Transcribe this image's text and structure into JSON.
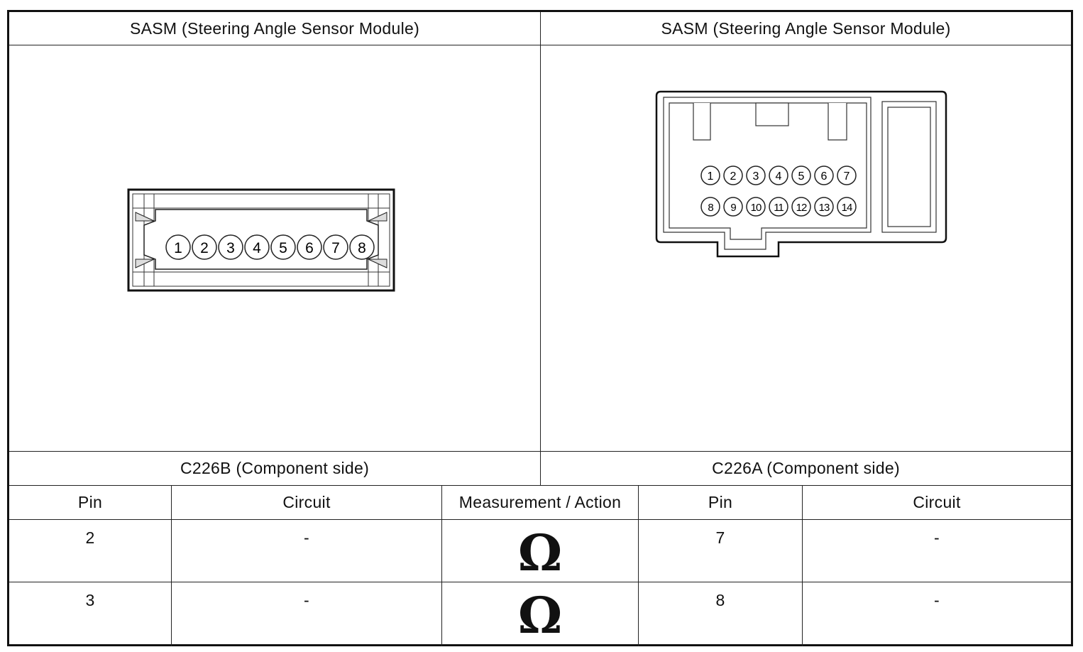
{
  "panels": {
    "left_title": "SASM (Steering Angle Sensor Module)",
    "right_title": "SASM (Steering Angle Sensor Module)",
    "left_connector": "C226B (Component side)",
    "right_connector": "C226A (Component side)"
  },
  "connector_b": {
    "pins": [
      "1",
      "2",
      "3",
      "4",
      "5",
      "6",
      "7",
      "8"
    ]
  },
  "connector_a": {
    "row1": [
      "1",
      "2",
      "3",
      "4",
      "5",
      "6",
      "7"
    ],
    "row2": [
      "8",
      "9",
      "10",
      "11",
      "12",
      "13",
      "14"
    ]
  },
  "table": {
    "headers": [
      "Pin",
      "Circuit",
      "Measurement / Action",
      "Pin",
      "Circuit"
    ],
    "rows": [
      {
        "pin_b": "2",
        "circuit_b": "-",
        "measure": "Ω",
        "pin_a": "7",
        "circuit_a": "-"
      },
      {
        "pin_b": "3",
        "circuit_b": "-",
        "measure": "Ω",
        "pin_a": "8",
        "circuit_a": "-"
      }
    ]
  }
}
